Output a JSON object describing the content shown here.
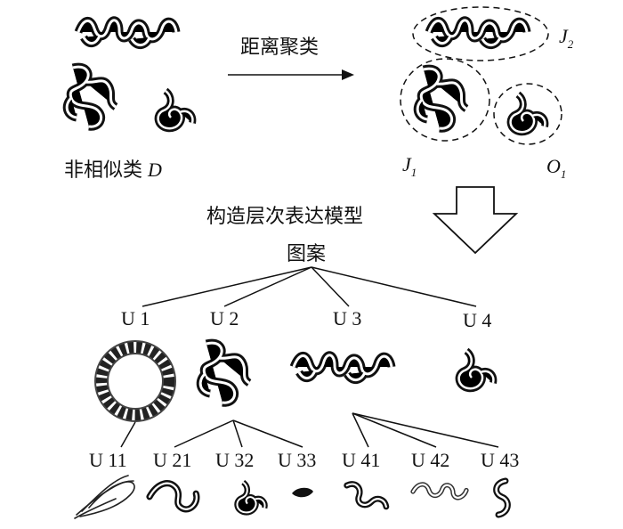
{
  "top": {
    "arrow_label": "距离聚类",
    "source_label_text": "非相似类",
    "source_label_var": "D",
    "cluster_j2": {
      "base": "J",
      "sub": "2"
    },
    "cluster_j1": {
      "base": "J",
      "sub": "1"
    },
    "cluster_o1": {
      "base": "O",
      "sub": "1"
    }
  },
  "middle": {
    "step_label": "构造层次表达模型",
    "root_label": "图案"
  },
  "level1": [
    "U 1",
    "U 2",
    "U 3",
    "U 4"
  ],
  "level2": [
    "U 11",
    "U 21",
    "U 32",
    "U 33",
    "U 41",
    "U 42",
    "U 43"
  ]
}
